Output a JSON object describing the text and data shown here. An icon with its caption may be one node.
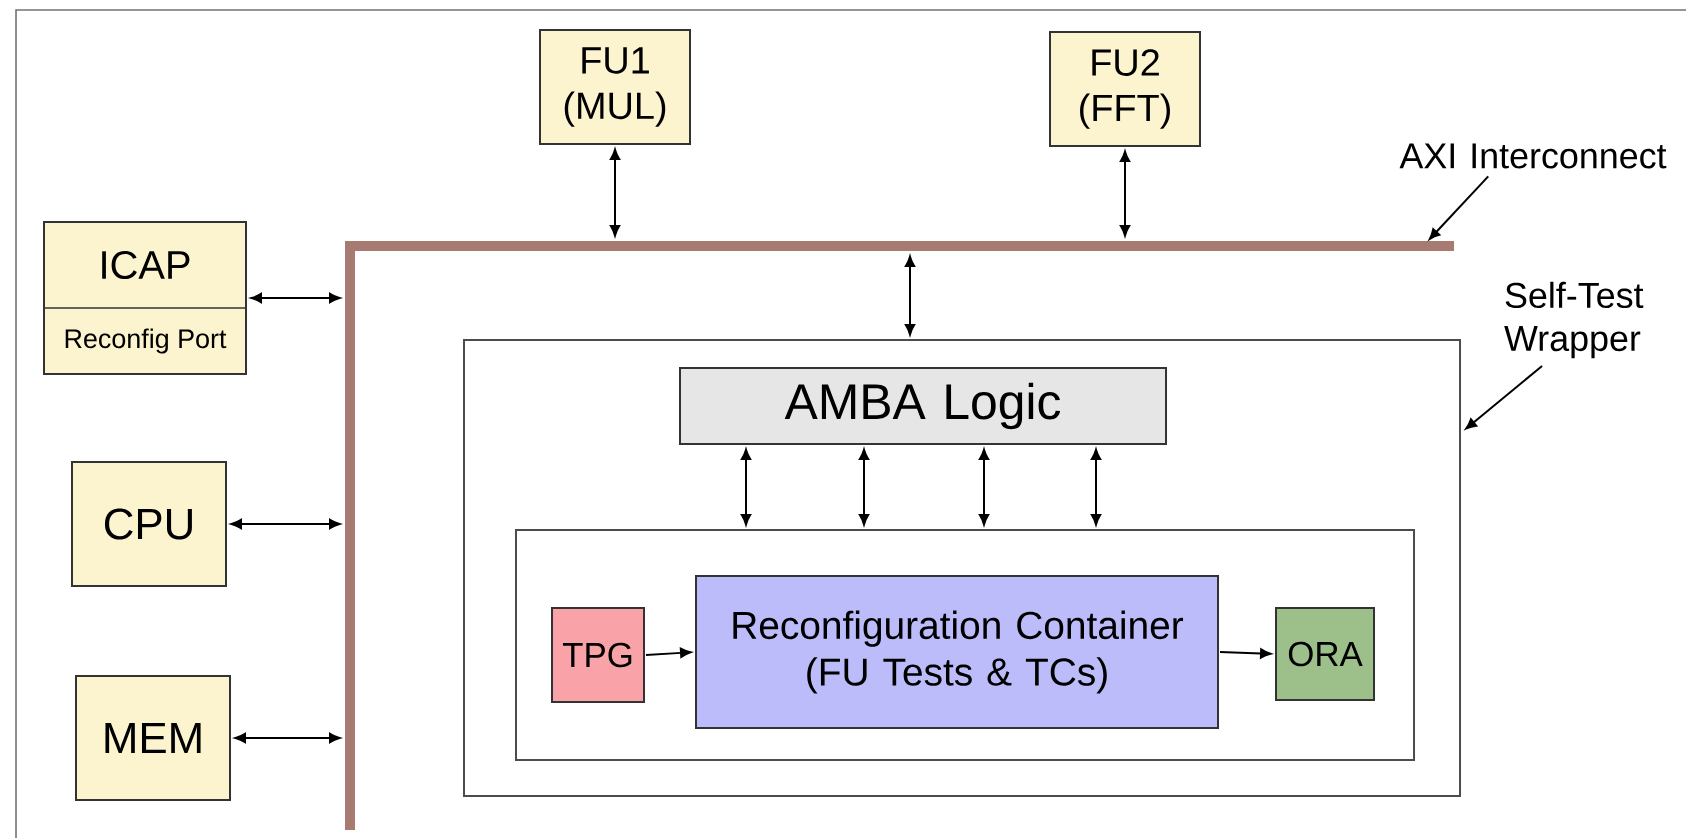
{
  "diagram": {
    "nodes": [
      {
        "text": [
          "FU1",
          "(MUL)"
        ]
      },
      {
        "text": [
          "FU2",
          "(FFT)"
        ]
      },
      {
        "text": [
          "AXI Interconnect"
        ]
      },
      {
        "text": [],
        "shape": "bar"
      },
      {
        "text": [
          "ICAP",
          "Reconfig Port"
        ]
      },
      {
        "text": [
          "CPU"
        ]
      },
      {
        "text": [
          "MEM"
        ]
      },
      {
        "text": [
          "Self-Test Wrapper"
        ]
      },
      {
        "text": [],
        "shape": "box"
      },
      {
        "text": [
          "AMBA Logic"
        ],
        "in": 8
      },
      {
        "text": [],
        "shape": "box",
        "in": 8
      },
      {
        "text": [
          "TPG"
        ],
        "in": 10
      },
      {
        "text": [
          "Reconfiguration Container (FU Tests & TCs)"
        ],
        "in": 10
      },
      {
        "text": [
          "ORA"
        ],
        "in": 10
      },
      {
        "text": [],
        "shape": "bar"
      }
    ],
    "edges": [
      {
        "from": 0,
        "to": 3,
        "arrow": "both"
      },
      {
        "from": 1,
        "to": 3,
        "arrow": "both"
      },
      {
        "from": 2,
        "to": 3,
        "arrow": "to"
      },
      {
        "from": 4,
        "to": 14,
        "arrow": "both"
      },
      {
        "from": 5,
        "to": 14,
        "arrow": "both"
      },
      {
        "from": 6,
        "to": 14,
        "arrow": "both"
      },
      {
        "from": 3,
        "to": 8,
        "arrow": "both"
      },
      {
        "from": 7,
        "to": 8,
        "arrow": "to"
      },
      {
        "from": 9,
        "to": 10,
        "arrow": "both"
      },
      {
        "from": 9,
        "to": 10,
        "arrow": "both"
      },
      {
        "from": 9,
        "to": 10,
        "arrow": "both"
      },
      {
        "from": 9,
        "to": 10,
        "arrow": "both"
      },
      {
        "from": 11,
        "to": 12,
        "arrow": "to"
      },
      {
        "from": 12,
        "to": 13,
        "arrow": "to"
      }
    ]
  }
}
